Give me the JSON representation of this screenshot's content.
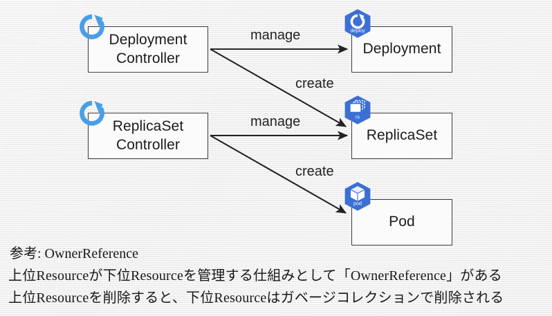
{
  "slide": {
    "background_color": "#ededed",
    "accent_blue": "#3b6fd4",
    "controller_icon_blue": "#4a9ee8",
    "box_border_color": "#3b3b3b",
    "arrow_color": "#222222"
  },
  "nodes": [
    {
      "id": "deployment-controller",
      "line1": "Deployment",
      "line2": "Controller",
      "icon": "controller-refresh-icon"
    },
    {
      "id": "replicaset-controller",
      "line1": "ReplicaSet",
      "line2": "Controller",
      "icon": "controller-refresh-icon"
    },
    {
      "id": "deployment",
      "line1": "Deployment",
      "line2": "",
      "icon": "k8s-deploy-icon",
      "icon_label": "deploy"
    },
    {
      "id": "replicaset",
      "line1": "ReplicaSet",
      "line2": "",
      "icon": "k8s-rs-icon",
      "icon_label": "rs"
    },
    {
      "id": "pod",
      "line1": "Pod",
      "line2": "",
      "icon": "k8s-pod-icon",
      "icon_label": "pod"
    }
  ],
  "edges": [
    {
      "id": "deployment-controller-manages-deployment",
      "label": "manage",
      "from": "deployment-controller",
      "to": "deployment"
    },
    {
      "id": "deployment-controller-creates-replicaset",
      "label": "create",
      "from": "deployment-controller",
      "to": "replicaset"
    },
    {
      "id": "replicaset-controller-manages-replicaset",
      "label": "manage",
      "from": "replicaset-controller",
      "to": "replicaset"
    },
    {
      "id": "replicaset-controller-creates-pod",
      "label": "create",
      "from": "replicaset-controller",
      "to": "pod"
    }
  ],
  "footnote": {
    "title": "参考: OwnerReference",
    "line1": "上位Resourceが下位Resourceを管理する仕組みとして「OwnerReference」がある",
    "line2": "上位Resourceを削除すると、下位Resourceはガベージコレクションで削除される"
  }
}
